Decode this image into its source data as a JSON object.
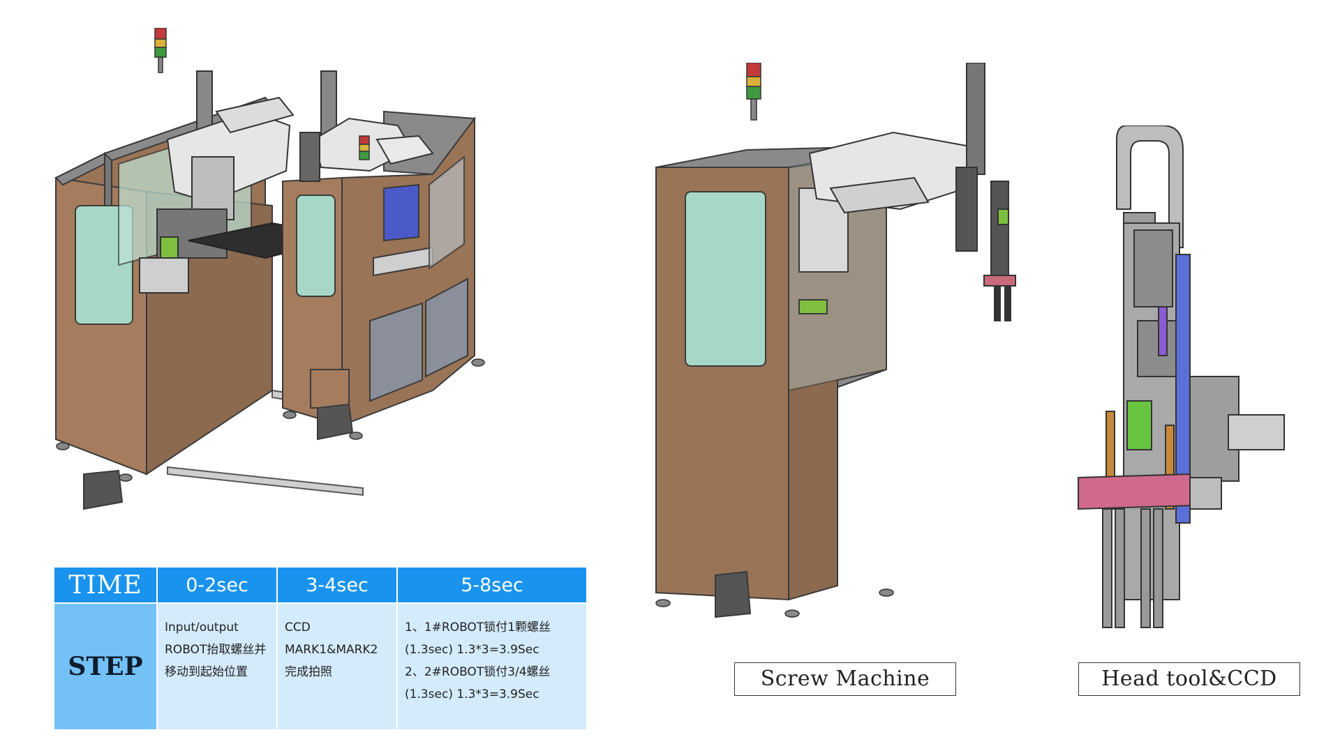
{
  "table": {
    "time_label": "TIME",
    "step_label": "STEP",
    "columns": [
      {
        "time": "0-2sec",
        "steps": [
          "Input/output",
          "ROBOT抬取螺丝并",
          "移动到起始位置"
        ]
      },
      {
        "time": "3-4sec",
        "steps": [
          "CCD",
          "MARK1&MARK2",
          "完成拍照"
        ]
      },
      {
        "time": "5-8sec",
        "steps": [
          "1、1#ROBOT锁付1颗螺丝",
          "(1.3sec) 1.3*3=3.9Sec",
          "2、2#ROBOT锁付3/4螺丝",
          "(1.3sec) 1.3*3=3.9Sec"
        ]
      }
    ]
  },
  "captions": {
    "screw_machine": "Screw Machine",
    "head_tool": "Head tool&CCD"
  },
  "colors": {
    "header_blue": "#1a93ef",
    "row_label_blue": "#74c1f8",
    "cell_blue": "#d3ebfb",
    "cabinet_brown": "#9a7457",
    "window_green": "#a7d7c6"
  }
}
